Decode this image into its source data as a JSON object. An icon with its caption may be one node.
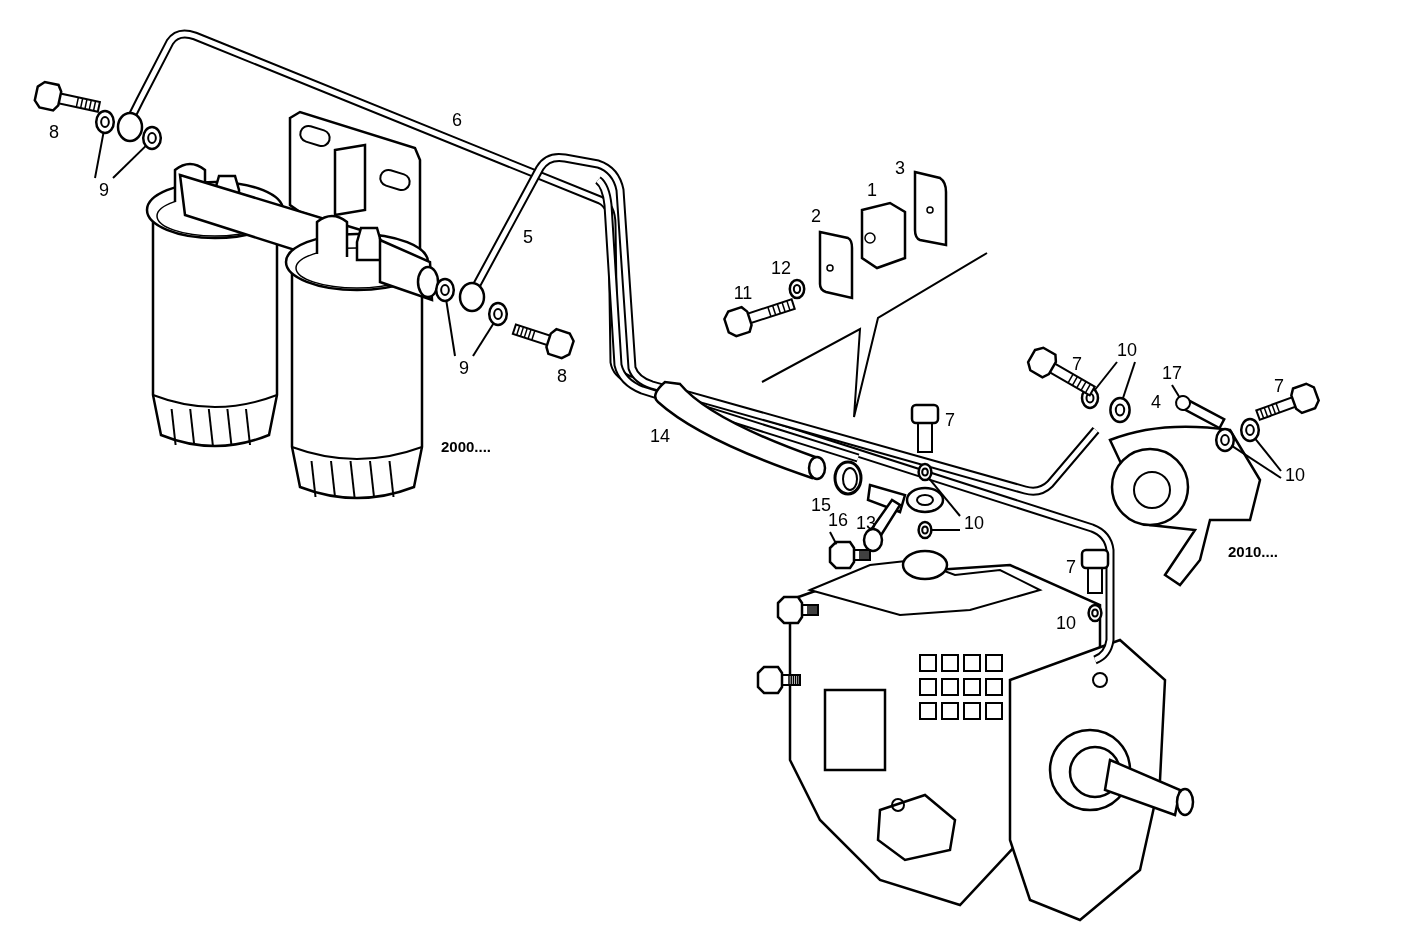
{
  "diagram": {
    "nodes": [
      {
        "text": [
          "9"
        ]
      },
      {
        "text": [
          "10"
        ]
      },
      {
        "text": [
          "9"
        ]
      },
      {
        "text": [
          "17"
        ]
      },
      {
        "text": [
          "10"
        ]
      },
      {
        "text": [
          "16"
        ]
      },
      {
        "text": [
          "10"
        ]
      },
      {
        "text": [],
        "shape": "washer"
      },
      {
        "text": [],
        "shape": "washer"
      },
      {
        "text": [],
        "shape": "washer"
      },
      {
        "text": [],
        "shape": "washer"
      },
      {
        "text": [],
        "shape": "washer"
      },
      {
        "text": [],
        "shape": "washer"
      },
      {
        "text": [],
        "shape": "bolt"
      },
      {
        "text": [],
        "shape": "washer"
      },
      {
        "text": [],
        "shape": "washer"
      },
      {
        "text": [],
        "shape": "bolt"
      },
      {
        "text": [],
        "shape": "washer"
      },
      {
        "text": [],
        "shape": "washer"
      },
      {
        "text": [],
        "shape": "bolt"
      },
      {
        "text": [],
        "shape": "bolt"
      },
      {
        "text": [],
        "shape": "bolt"
      },
      {
        "text": [],
        "shape": "washer"
      },
      {
        "text": [],
        "shape": "bolt"
      },
      {
        "text": [],
        "shape": "bolt"
      }
    ],
    "edges": [
      {
        "from": 0,
        "to": 7,
        "arrow": "none"
      },
      {
        "from": 0,
        "to": 8,
        "arrow": "none"
      },
      {
        "from": 1,
        "to": 11,
        "arrow": "none"
      },
      {
        "from": 1,
        "to": 12,
        "arrow": "none"
      },
      {
        "from": 2,
        "to": 9,
        "arrow": "none"
      },
      {
        "from": 2,
        "to": 10,
        "arrow": "none"
      },
      {
        "from": 3,
        "to": 13,
        "arrow": "none"
      },
      {
        "from": 4,
        "to": 14,
        "arrow": "none"
      },
      {
        "from": 4,
        "to": 15,
        "arrow": "none"
      },
      {
        "from": 5,
        "to": 16,
        "arrow": "none"
      },
      {
        "from": 6,
        "to": 17,
        "arrow": "none"
      },
      {
        "from": 6,
        "to": 18,
        "arrow": "none"
      }
    ],
    "labels": [
      "6",
      "8",
      "3",
      "1",
      "2",
      "5",
      "12",
      "11",
      "8",
      "7",
      "7",
      "4",
      "7",
      "14",
      "2000....",
      "15",
      "13",
      "2010....",
      "7",
      "10"
    ]
  }
}
